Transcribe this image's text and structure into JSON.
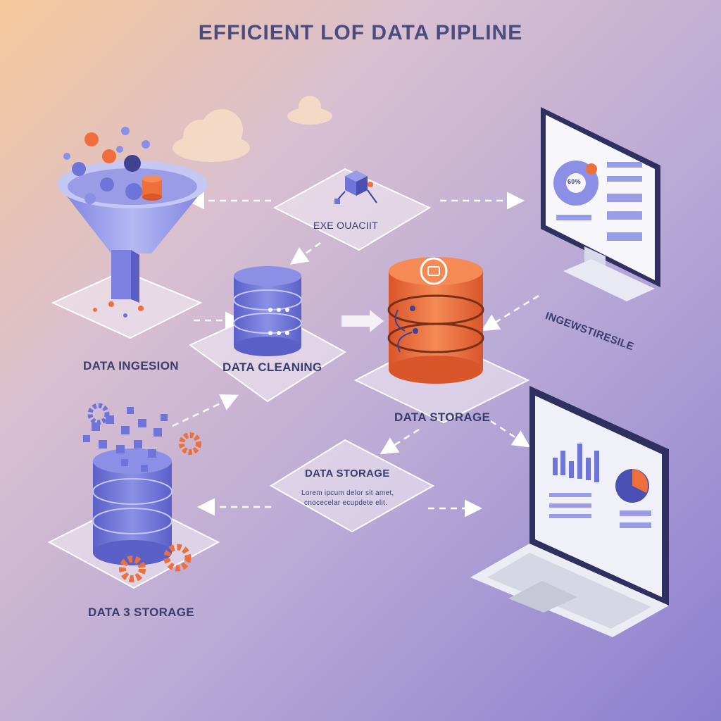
{
  "title": "EFFICIENT LOF DATA PIPLINE",
  "labels": {
    "top_hub": "EXE OUACIIT",
    "ingestion": "DATA INGESION",
    "cleaning": "DATA CLEANING",
    "storage_main": "DATA STORAGE",
    "monitor_caption": "INGEWSTIRESILE",
    "storage_card_title": "DATA STORAGE",
    "storage_card_text_1": "Lorem ipcum delor sit amet,",
    "storage_card_text_2": "cnocecelar ecupdete elit.",
    "storage_bottom": "DATA 3 STORAGE",
    "monitor_chart_text": "60%"
  },
  "colors": {
    "accent_blue": "#6f74d8",
    "accent_orange": "#ef6f3c",
    "text_dark": "#3a3c6e",
    "tile": "#f3eef5"
  },
  "icons": [
    "funnel-icon",
    "database-icon",
    "server-icon",
    "gear-icon",
    "monitor-icon",
    "laptop-icon",
    "cloud-icon",
    "cube-icon"
  ]
}
